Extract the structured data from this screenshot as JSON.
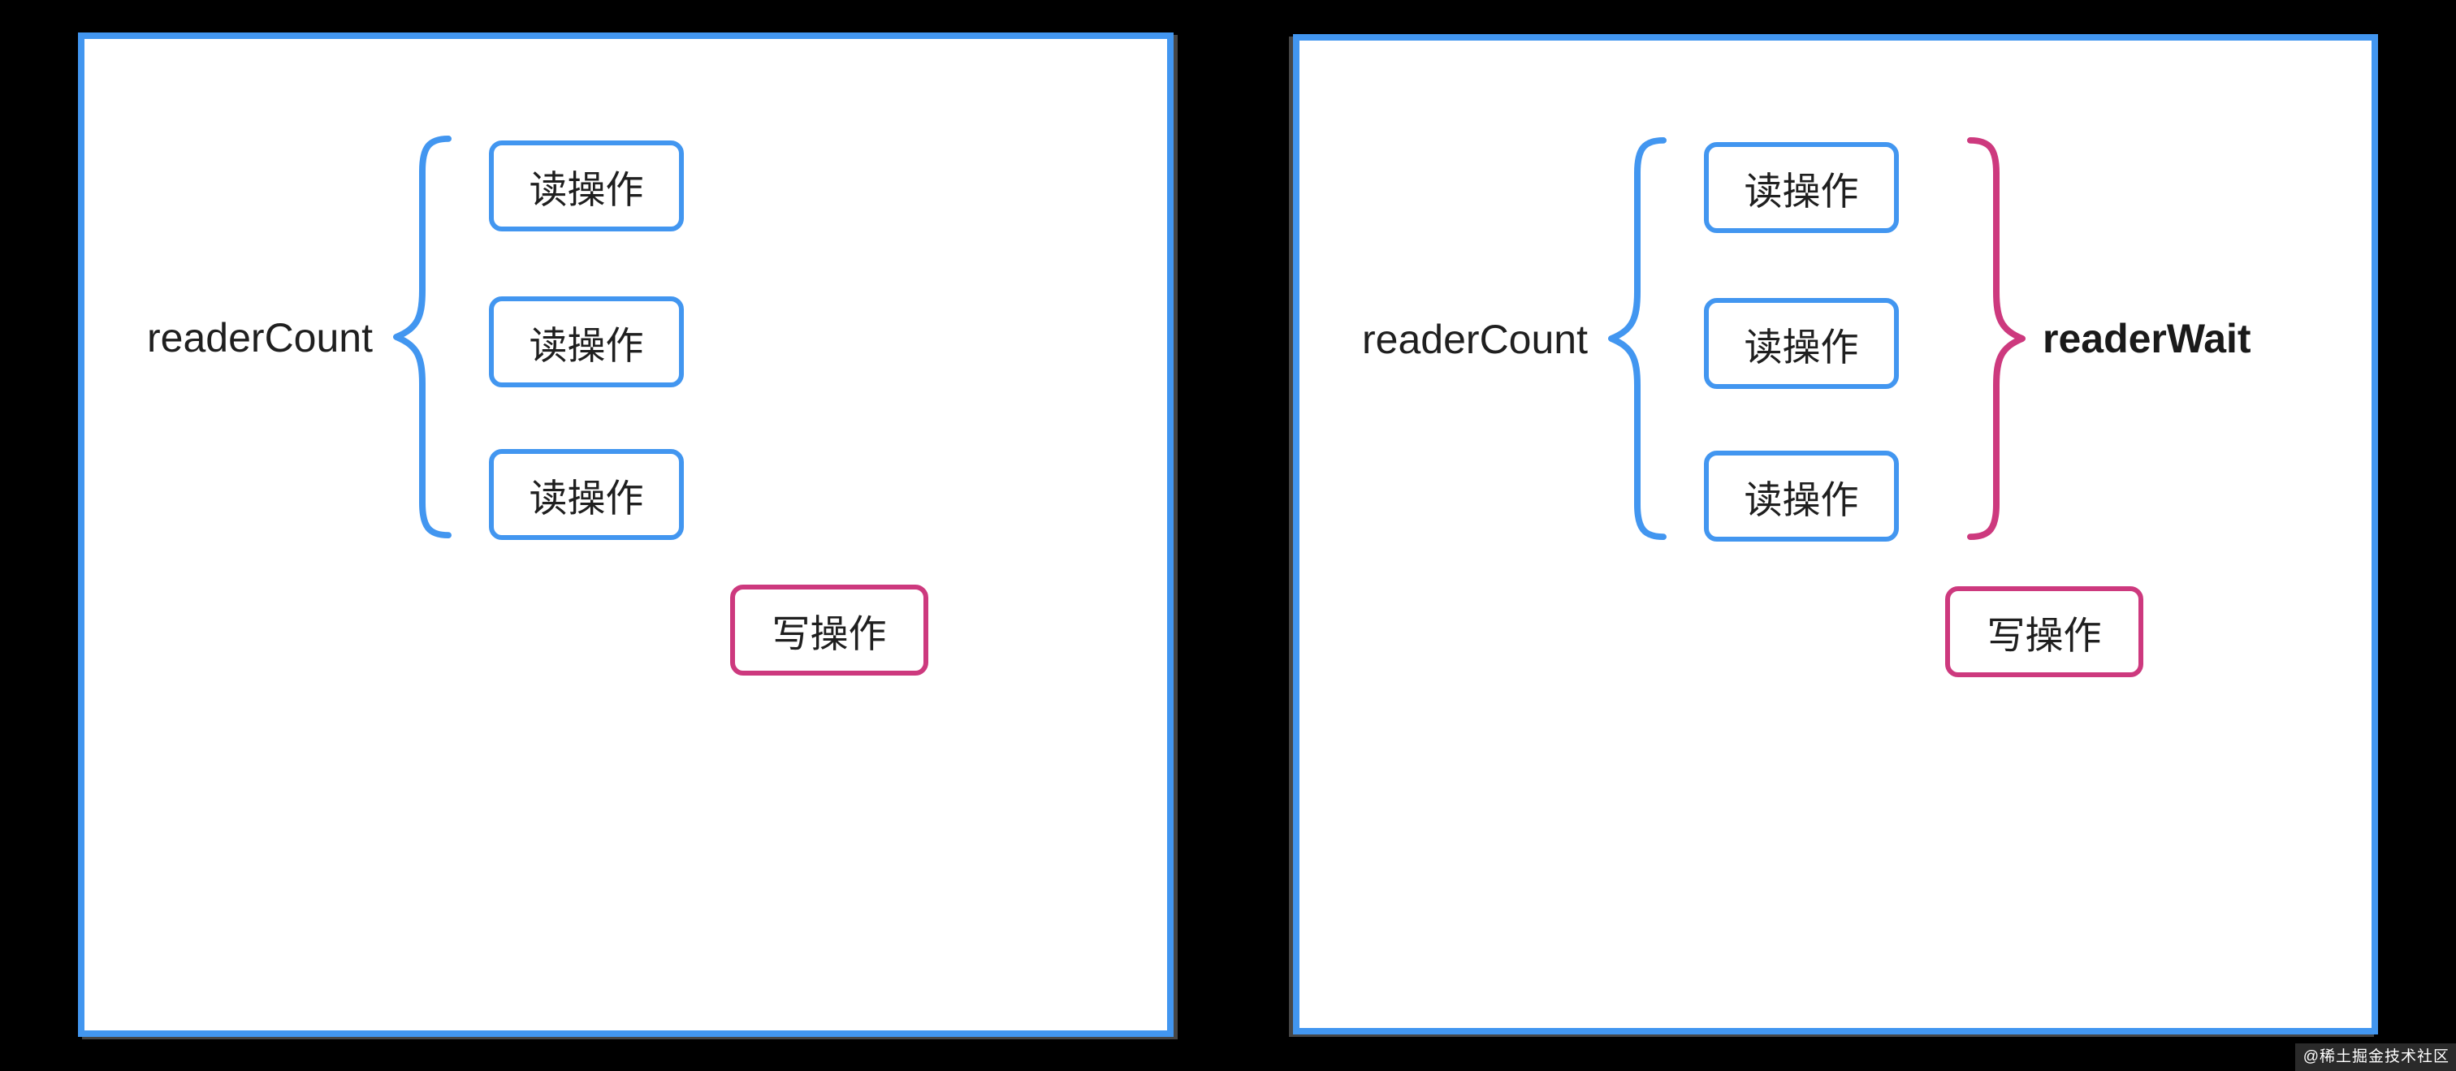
{
  "colors": {
    "background": "#000000",
    "blue": "#4296f0",
    "pink": "#cd397e",
    "ink": "#1f1f1f",
    "panel_bg": "#ffffff",
    "wm_text": "#ffffff"
  },
  "panels": [
    {
      "variable_label": "readerCount",
      "read_boxes": [
        "读操作",
        "读操作",
        "读操作"
      ],
      "write_box": "写操作"
    },
    {
      "variable_label": "readerCount",
      "read_boxes": [
        "读操作",
        "读操作",
        "读操作"
      ],
      "write_box": "写操作",
      "wait_label": "readerWait"
    }
  ],
  "watermark": {
    "text": "@稀土掘金技术社区"
  }
}
